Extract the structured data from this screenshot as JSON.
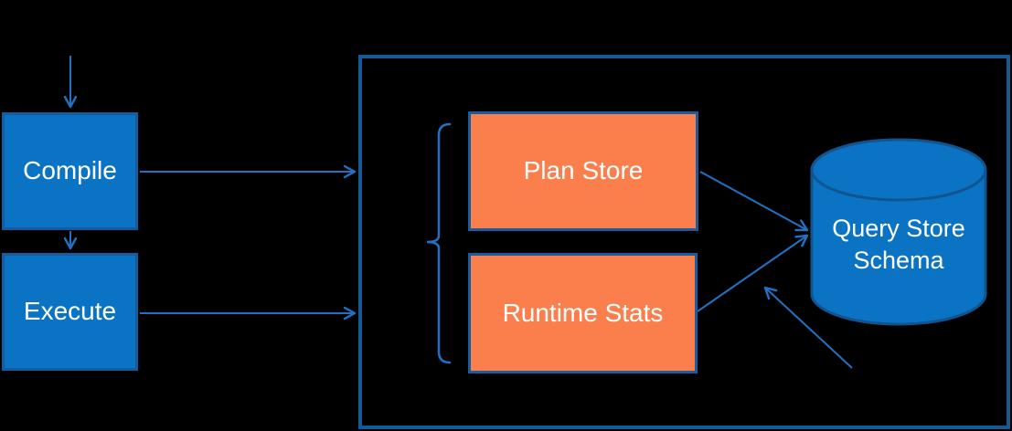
{
  "diagram": {
    "nodes": {
      "compile": {
        "label": "Compile"
      },
      "execute": {
        "label": "Execute"
      },
      "plan_store": {
        "label": "Plan Store"
      },
      "runtime_stats": {
        "label": "Runtime Stats"
      },
      "query_store_schema": {
        "label": "Query Store Schema",
        "line1": "Query Store",
        "line2": "Schema"
      }
    },
    "arrows": [
      {
        "from": "start",
        "to": "compile"
      },
      {
        "from": "compile",
        "to": "execute"
      },
      {
        "from": "compile",
        "to": "query-store-container"
      },
      {
        "from": "execute",
        "to": "query-store-container"
      },
      {
        "from": "plan_store",
        "to": "query_store_schema"
      },
      {
        "from": "runtime_stats",
        "to": "query_store_schema"
      },
      {
        "from": "bottom-right",
        "to": "query_store_schema"
      }
    ],
    "grouping": {
      "brace_groups": [
        "plan_store",
        "runtime_stats"
      ]
    },
    "colors": {
      "background": "#000000",
      "blue_fill": "#0a73c4",
      "blue_border": "#155c9e",
      "orange_fill": "#fb7e4d",
      "orange_border": "#1b5c9e",
      "container_border": "#155a94",
      "cylinder_fill": "#0a73c4",
      "cylinder_border": "#11548f",
      "arrow": "#1f72c4",
      "text": "#ffffff"
    }
  }
}
